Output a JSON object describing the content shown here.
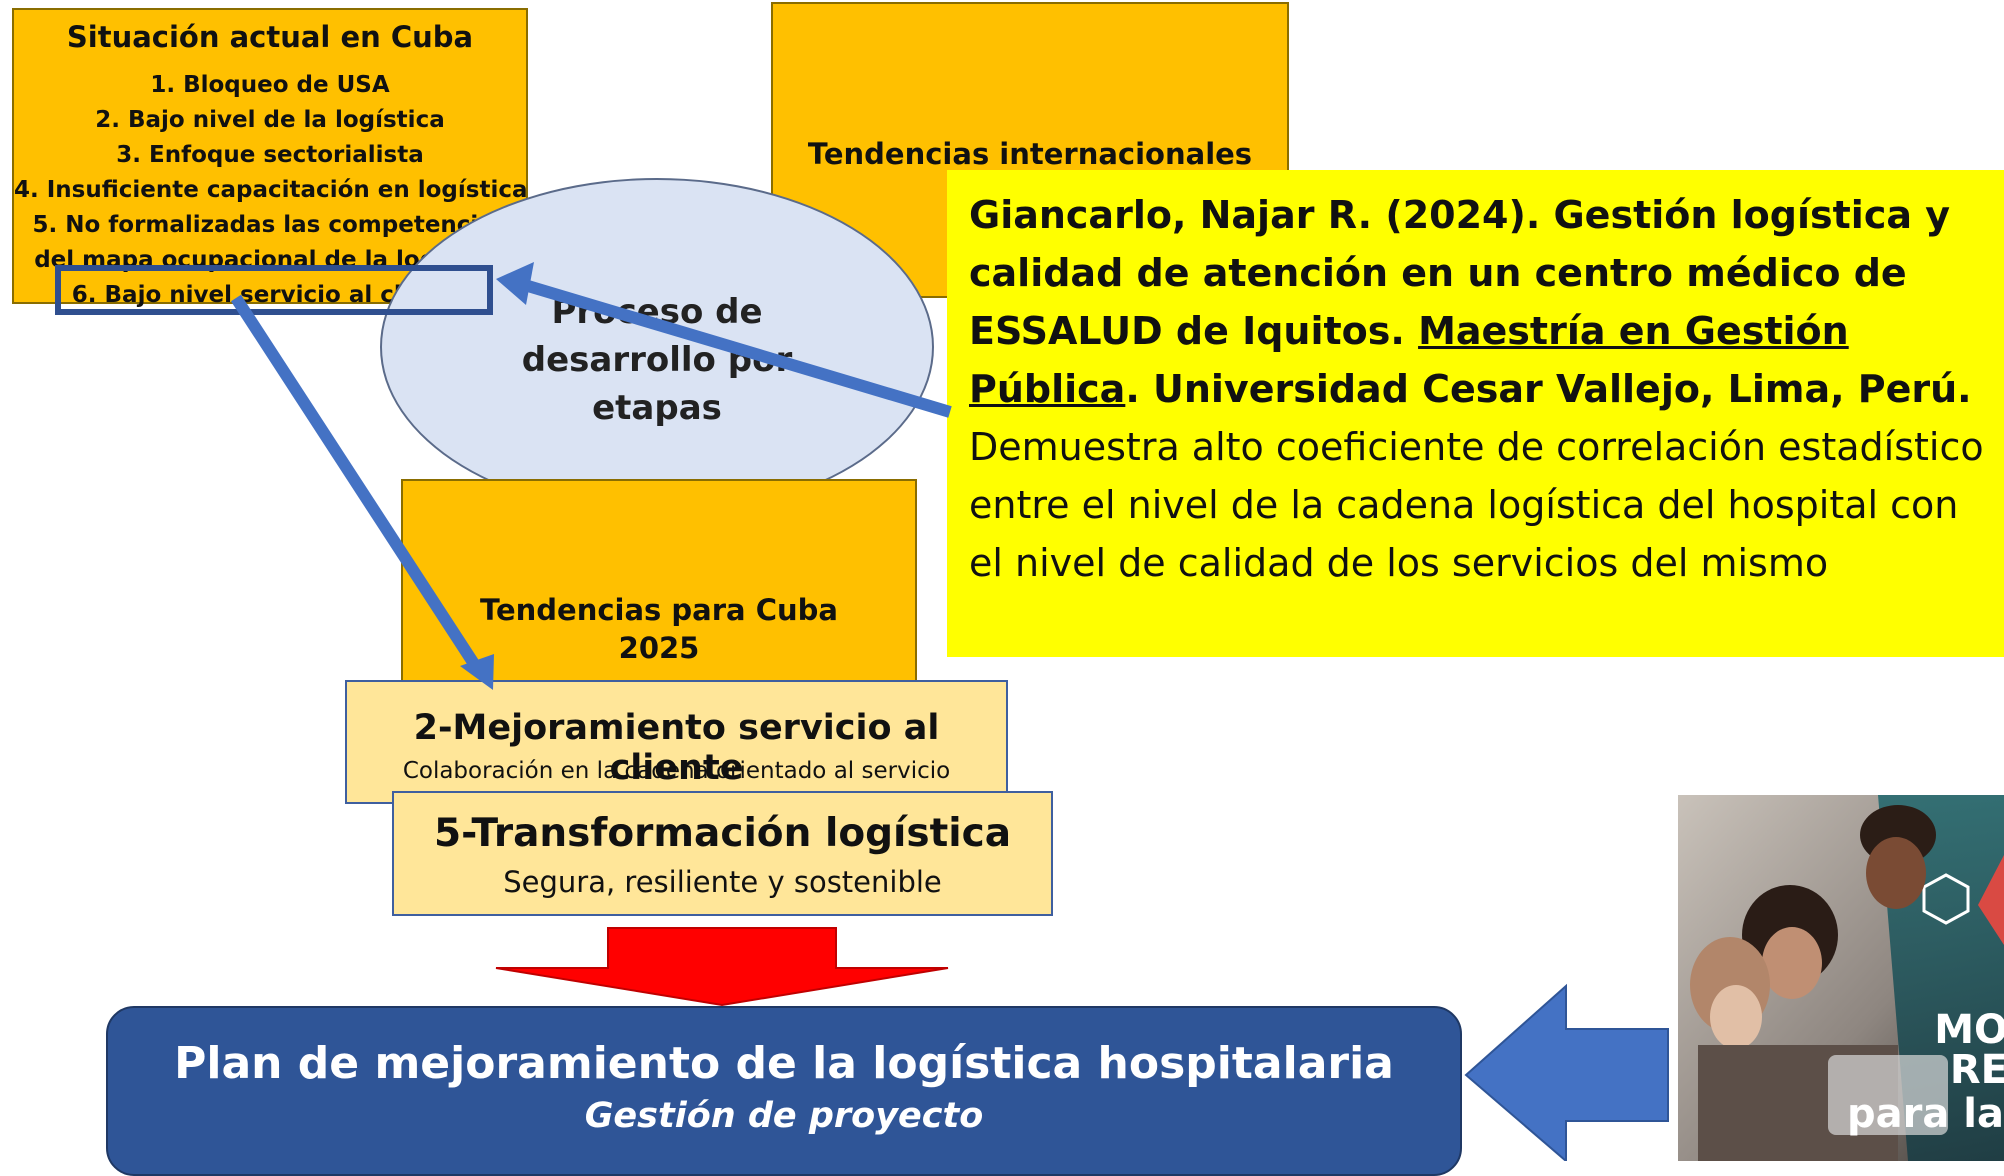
{
  "situacion": {
    "title": "Situación actual en Cuba",
    "items": [
      "1.   Bloqueo de USA",
      "2.   Bajo nivel de la logística",
      "3.   Enfoque sectorialista",
      "4.   Insuficiente capacitación en logística",
      "5.   No formalizadas las competencias",
      "del mapa ocupacional de la logística",
      "6.   Bajo nivel servicio al cliente"
    ]
  },
  "tendencias_internacionales": "Tendencias internacionales",
  "proceso": [
    "Proceso de",
    "desarrollo por",
    "etapas"
  ],
  "tendencias_cuba": [
    "Tendencias para Cuba",
    "2025"
  ],
  "cita": {
    "bold_1": "Giancarlo, Najar R. (2024). Gestión logística y calidad de atención en un centro médico de ESSALUD de Iquitos. ",
    "underlined": "Maestría en Gestión Pública",
    "bold_2": ". Universidad Cesar Vallejo, Lima, Perú.",
    "body": "Demuestra alto coeficiente de correlación estadístico entre el nivel de la cadena logística del hospital con el nivel de calidad de los servicios del mismo"
  },
  "mejoramiento": {
    "title": "2-Mejoramiento  servicio al cliente",
    "subtitle": "Colaboración en la cadena orientado al servicio"
  },
  "transformacion": {
    "title": "5-Transformación logística",
    "subtitle": "Segura, resiliente y sostenible"
  },
  "plan": {
    "title": "Plan de mejoramiento de la logística hospitalaria",
    "subtitle": "Gestión de proyecto"
  },
  "photo": {
    "lines": [
      "MO",
      "RE",
      "para la"
    ]
  },
  "colors": {
    "orange": "#ffc000",
    "yellow": "#ffff00",
    "light": "#ffe699",
    "blue": "#2f5597",
    "arrow_blue": "#4472c4",
    "red": "#ff0000"
  }
}
